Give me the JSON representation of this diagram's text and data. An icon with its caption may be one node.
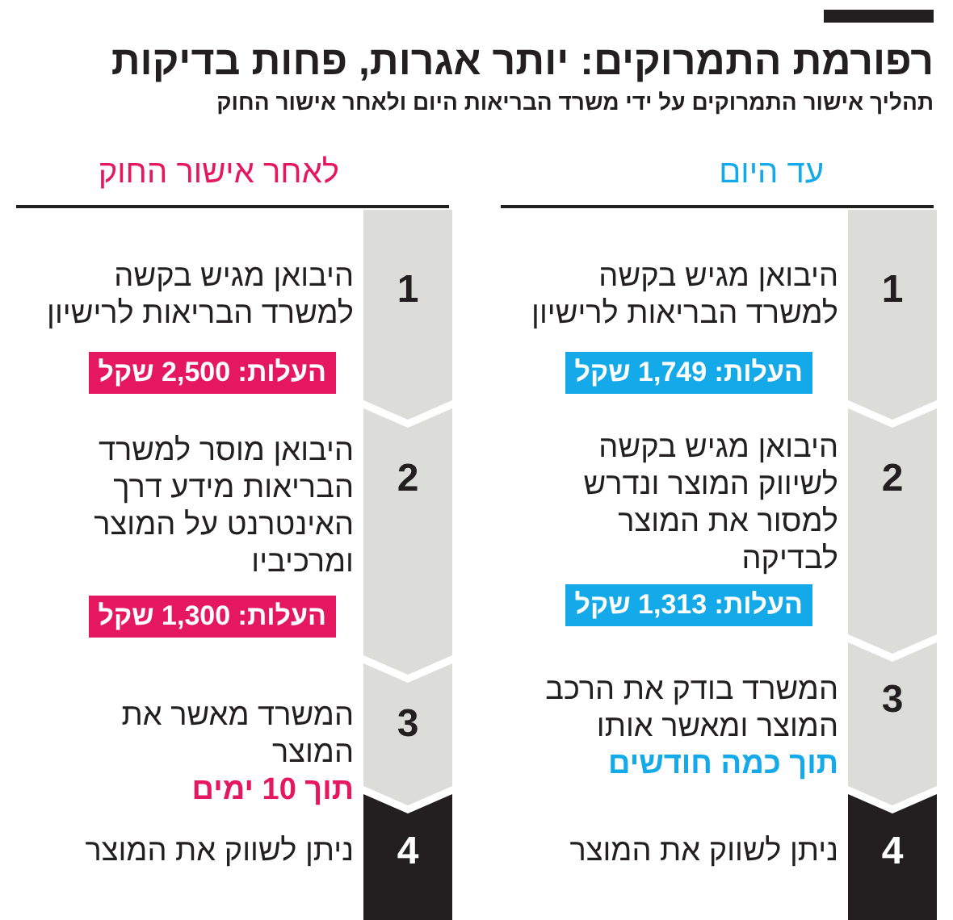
{
  "diagram": {
    "title": "רפורמת התמרוקים: יותר אגרות, פחות בדיקות",
    "nodes": [
      {
        "text": [
          "1"
        ],
        "beside": [
          "היבואן מגיש בקשה למשרד הבריאות לרישיון"
        ]
      },
      {
        "text": [
          "העלות: 1,749 שקל"
        ]
      },
      {
        "text": [
          "2"
        ],
        "beside": [
          "היבואן מגיש בקשה לשיווק המוצר ונדרש למסור את המוצר לבדיקה"
        ]
      },
      {
        "text": [
          "העלות: 1,313 שקל"
        ]
      },
      {
        "text": [
          "3"
        ],
        "beside": [
          "המשרד בודק את הרכב המוצר ומאשר אותו",
          "תוך כמה חודשים"
        ]
      },
      {
        "text": [
          "4"
        ],
        "beside": [
          "ניתן לשווק את המוצר"
        ]
      },
      {
        "text": [
          "1"
        ],
        "beside": [
          "היבואן מגיש בקשה למשרד הבריאות לרישיון"
        ]
      },
      {
        "text": [
          "העלות: 2,500 שקל"
        ]
      },
      {
        "text": [
          "2"
        ],
        "beside": [
          "היבואן מוסר למשרד הבריאות מידע דרך האינטרנט על המוצר ומרכיביו"
        ]
      },
      {
        "text": [
          "העלות: 1,300 שקל"
        ]
      },
      {
        "text": [
          "3"
        ],
        "beside": [
          "המשרד מאשר את המוצר",
          "תוך 10 ימים"
        ]
      },
      {
        "text": [
          "4"
        ],
        "beside": [
          "ניתן לשווק את המוצר"
        ]
      }
    ],
    "labels": [
      "תהליך אישור התמרוקים על ידי משרד הבריאות היום ולאחר אישור החוק",
      "עד היום",
      "לאחר אישור החוק"
    ]
  }
}
